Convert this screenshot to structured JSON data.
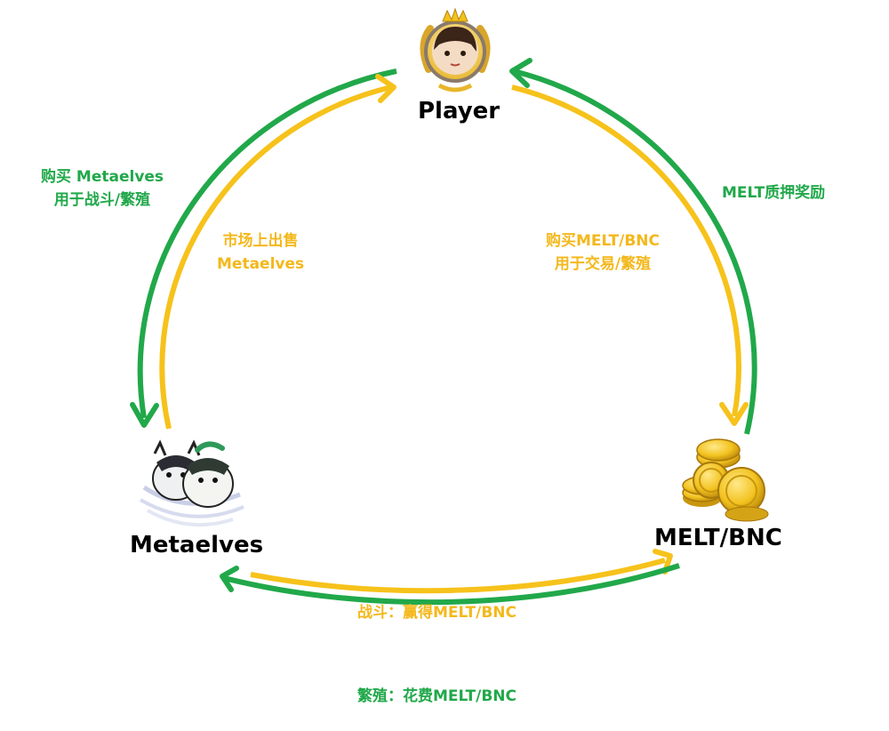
{
  "colors": {
    "green": "#21a84a",
    "yellow": "#f6c21b"
  },
  "nodes": {
    "player": {
      "label": "Player",
      "icon": "player-avatar-icon"
    },
    "metaelves": {
      "label": "Metaelves",
      "icon": "metaelves-creatures-icon"
    },
    "token": {
      "label": "MELT/BNC",
      "icon": "gold-coins-icon"
    }
  },
  "edges": {
    "buy_metaelves": {
      "line1": "购买 Metaelves",
      "line2": "用于战斗/繁殖"
    },
    "sell_metaelves": {
      "line1": "市场上出售",
      "line2": "Metaelves"
    },
    "melt_stake": {
      "line1": "MELT质押奖励"
    },
    "buy_token": {
      "line1": "购买MELT/BNC",
      "line2": "用于交易/繁殖"
    },
    "battle": {
      "line1": "战斗：赢得MELT/BNC"
    },
    "breed": {
      "line1": "繁殖：花费MELT/BNC"
    }
  }
}
